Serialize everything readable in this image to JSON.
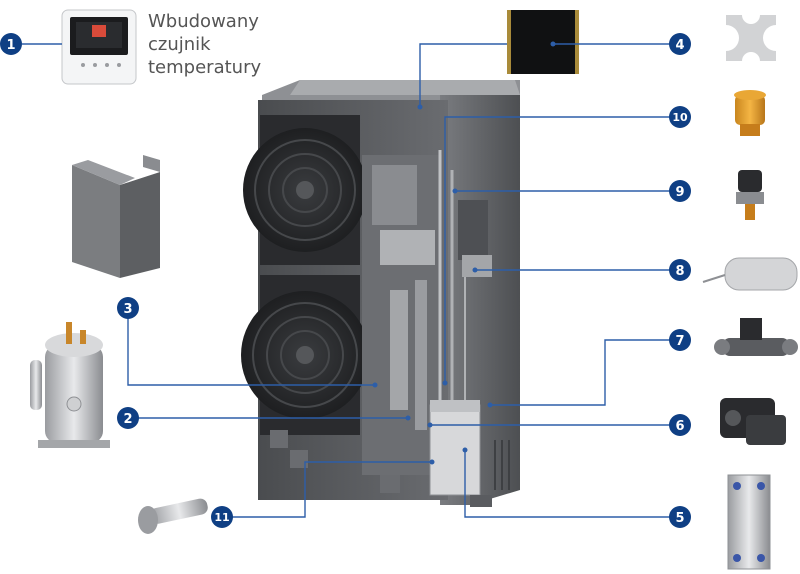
{
  "caption": {
    "lines": [
      "Wbudowany",
      "czujnik",
      "temperatury"
    ]
  },
  "callouts": [
    {
      "number": "1",
      "component": "controller"
    },
    {
      "number": "2",
      "component": "compressor"
    },
    {
      "number": "3",
      "component": "cover"
    },
    {
      "number": "4",
      "component": "filter-pad"
    },
    {
      "number": "5",
      "component": "plate-heat-exchanger"
    },
    {
      "number": "6",
      "component": "pump"
    },
    {
      "number": "7",
      "component": "flow-switch"
    },
    {
      "number": "8",
      "component": "heater"
    },
    {
      "number": "9",
      "component": "pressure-sensor"
    },
    {
      "number": "10",
      "component": "air-vent-valve"
    },
    {
      "number": "11",
      "component": "sensor-probe"
    }
  ],
  "colors": {
    "badge": "#0f3f84",
    "leader": "#2d5ea8",
    "unit_body": "#57595c",
    "unit_dark": "#2b2d30",
    "parts": "#6e7074"
  }
}
